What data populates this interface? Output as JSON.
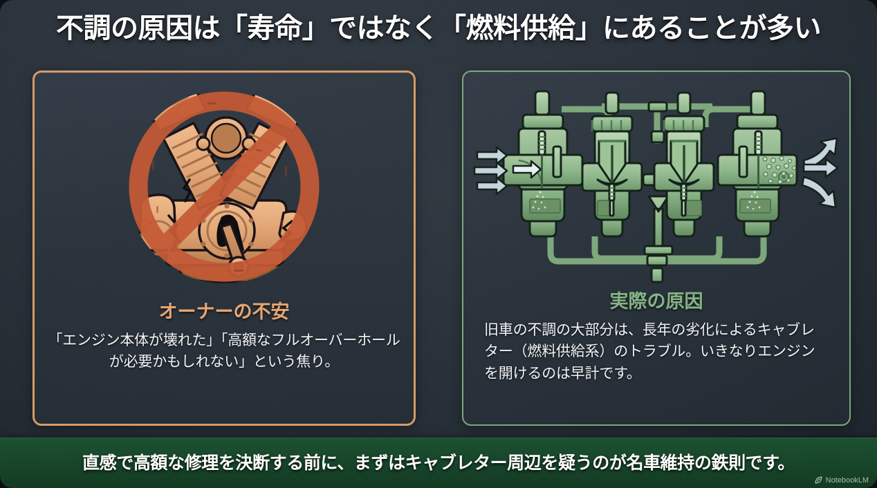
{
  "slide": {
    "title": "不調の原因は「寿命」ではなく「燃料供給」にあることが多い",
    "banner_text": "直感で高額な修理を決断する前に、まずはキャブレター周辺を疑うのが名車維持の鉄則です。",
    "watermark": "NotebookLM"
  },
  "left_card": {
    "heading": "オーナーの不安",
    "heading_color": "#e9a672",
    "border_color": "#d79b68",
    "body": "「エンジン本体が壊れた」「高額なフルオーバーホールが必要かもしれない」という焦り。",
    "illustration": "v-twin-engine-prohibited"
  },
  "right_card": {
    "heading": "実際の原因",
    "heading_color": "#85b385",
    "border_color": "#77ab7d",
    "body": "旧車の不調の大部分は、長年の劣化によるキャブレター（燃料供給系）のトラブル。いきなりエンジンを開けるのは早計です。",
    "illustration": "four-carburetor-bank"
  },
  "theme": {
    "background": "#2b333c",
    "banner_background": "#17472a",
    "text_color": "#f2f4f6",
    "engine_color": "#e2a676",
    "prohibition_color": "#c45a36",
    "carb_color": "#8fb78c",
    "arrow_color": "#c6d4dd"
  }
}
